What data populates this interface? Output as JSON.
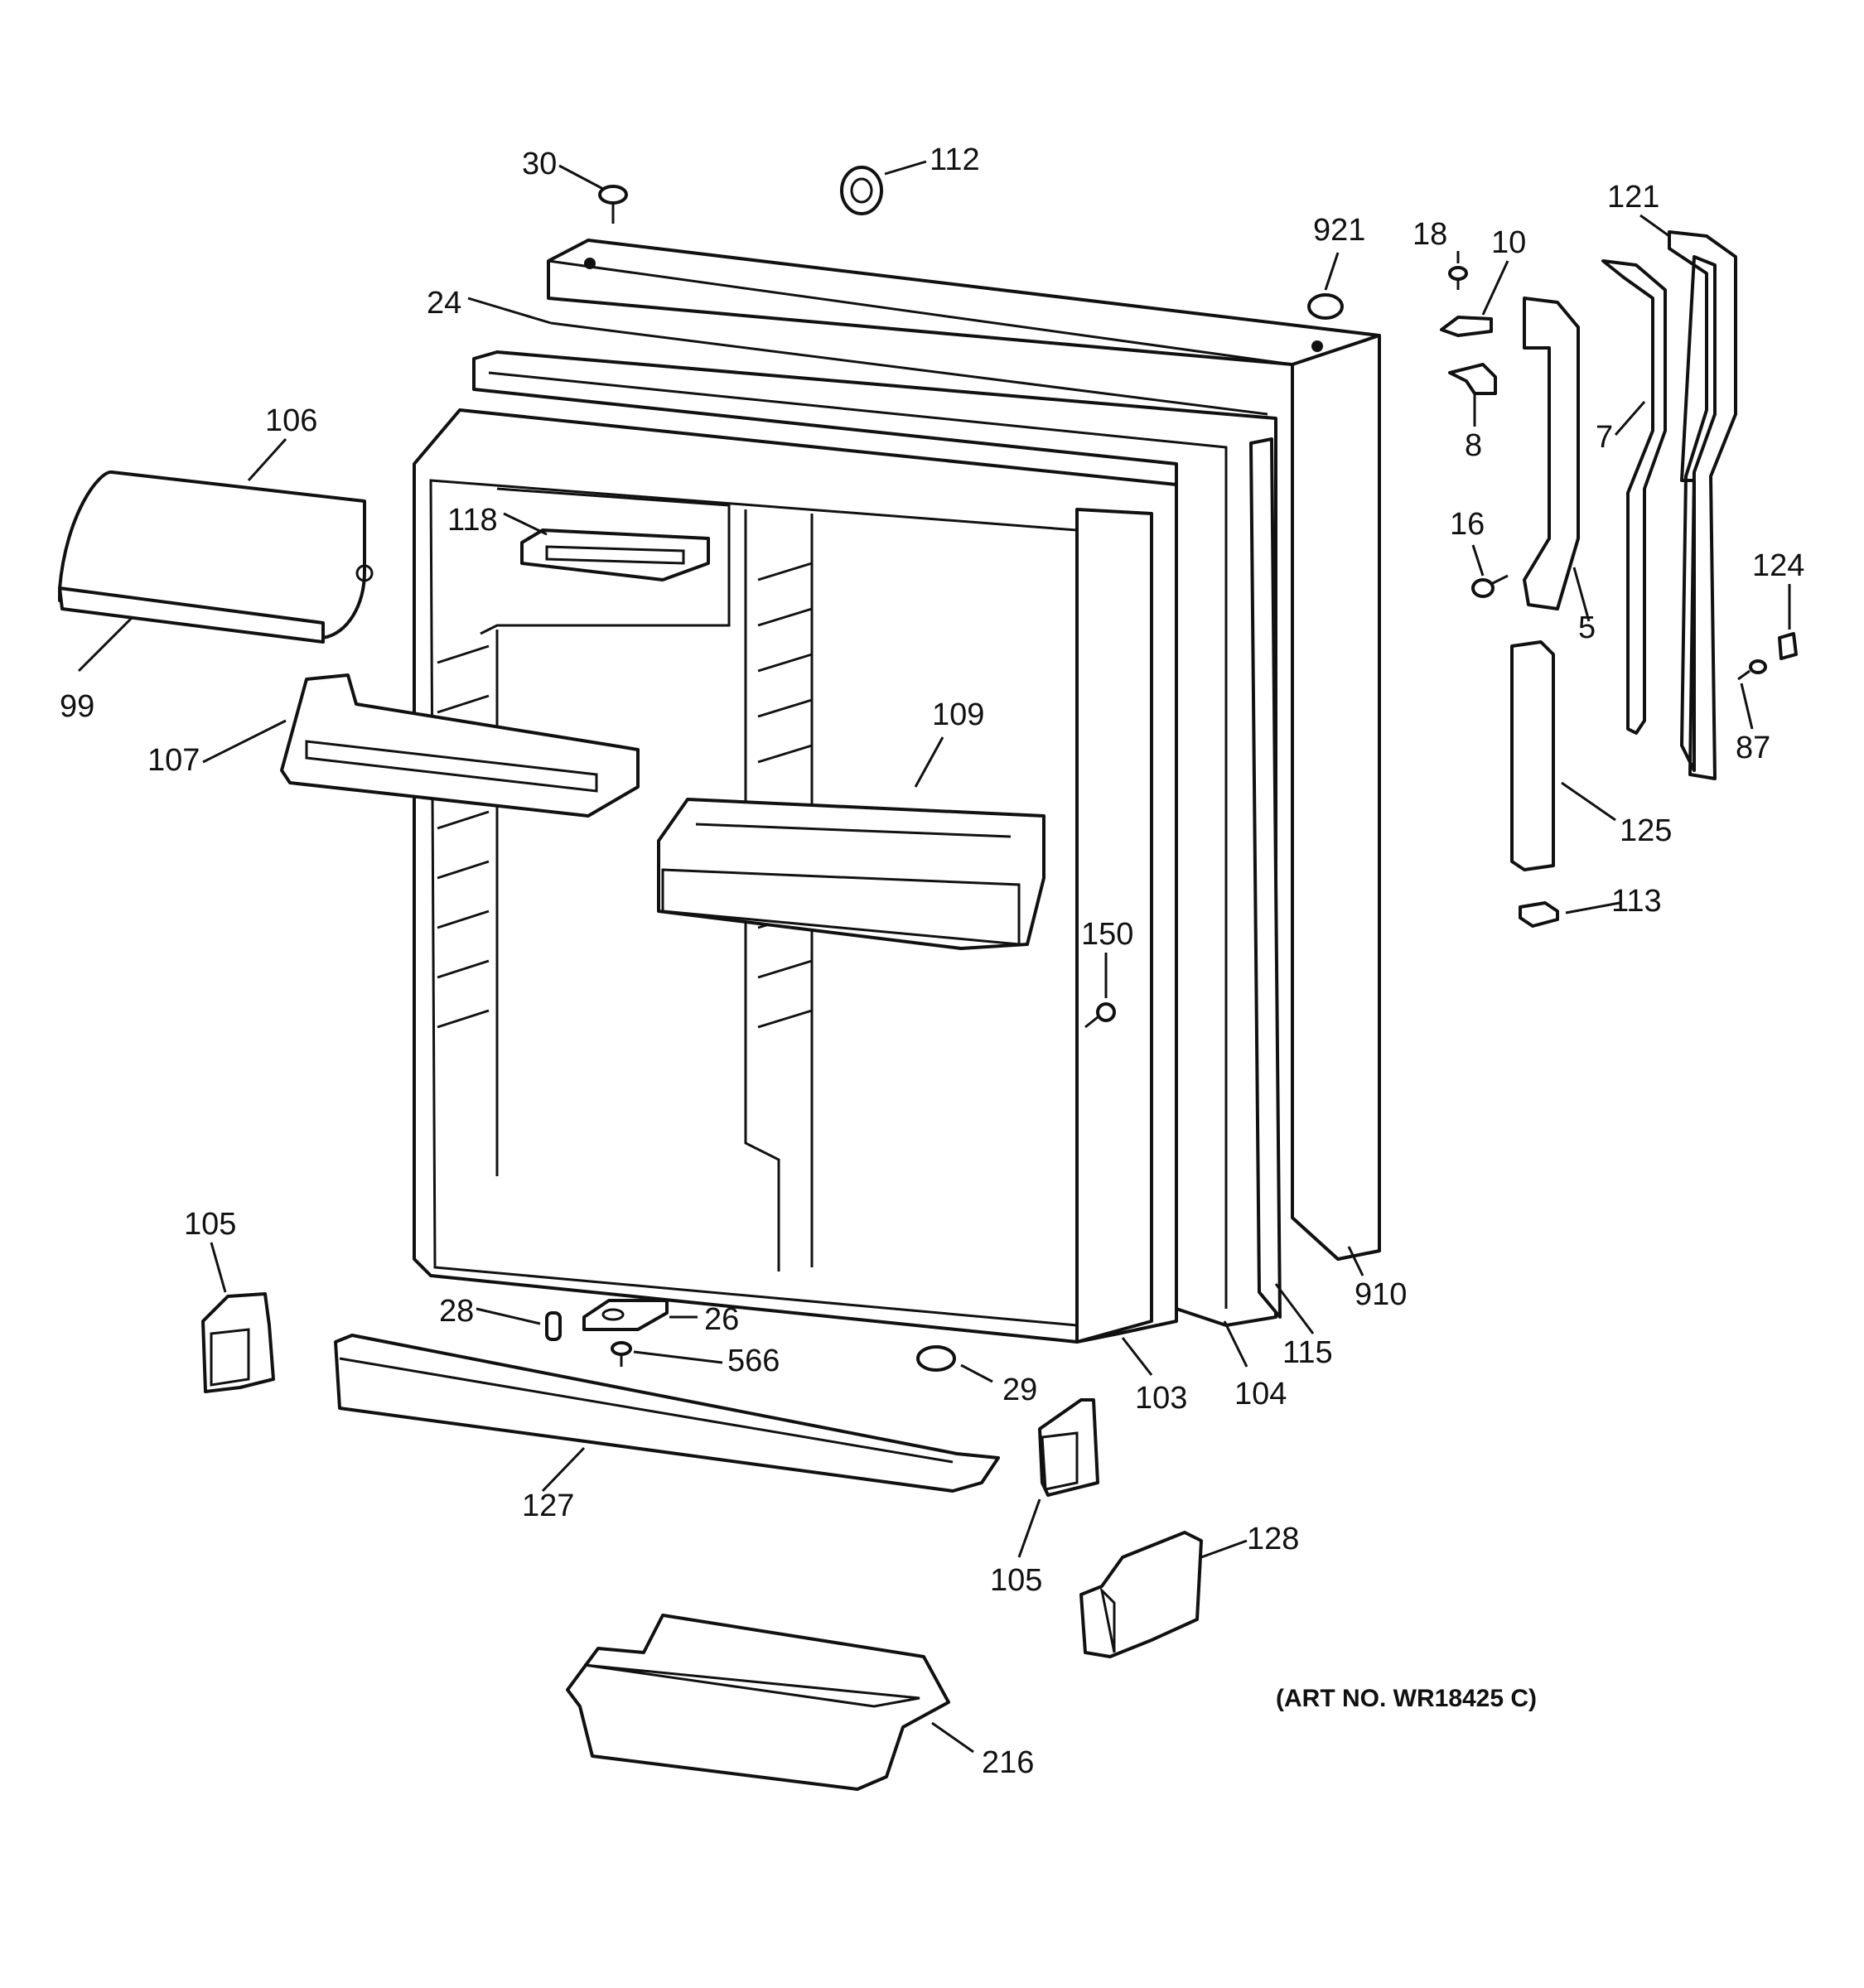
{
  "diagram": {
    "art_number": "(ART NO. WR18425 C)",
    "callouts": {
      "p30": "30",
      "p112": "112",
      "p921": "921",
      "p18": "18",
      "p10": "10",
      "p121": "121",
      "p24": "24",
      "p106": "106",
      "p8": "8",
      "p7": "7",
      "p118": "118",
      "p16": "16",
      "p124": "124",
      "p5": "5",
      "p99": "99",
      "p109": "109",
      "p87": "87",
      "p107": "107",
      "p125": "125",
      "p113": "113",
      "p150": "150",
      "p105a": "105",
      "p910": "910",
      "p28": "28",
      "p26": "26",
      "p115": "115",
      "p566": "566",
      "p29": "29",
      "p103": "103",
      "p104": "104",
      "p127": "127",
      "p105b": "105",
      "p128": "128",
      "p216": "216"
    }
  }
}
